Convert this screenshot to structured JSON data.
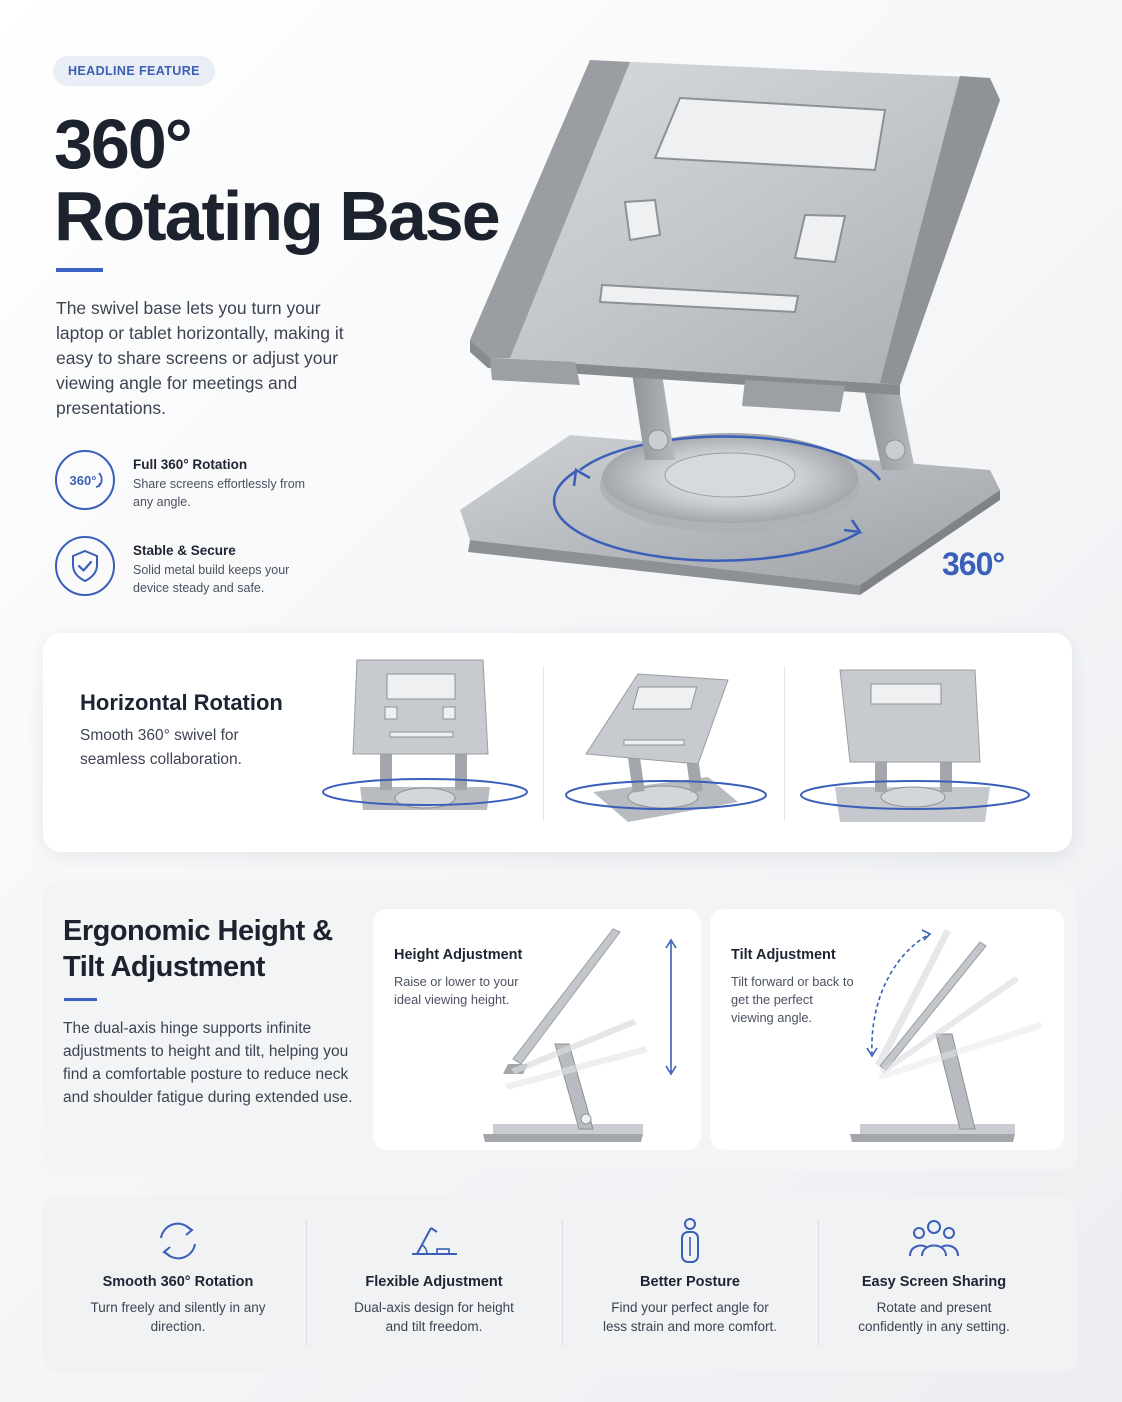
{
  "hero": {
    "badge": "HEADLINE FEATURE",
    "title_line1": "360°",
    "title_line2": "Rotating Base",
    "description": "The swivel base lets you turn your laptop or tablet horizontally, making it easy to share screens or adjust your viewing angle for meetings and presentations.",
    "degree_label": "360°",
    "features": [
      {
        "icon": "rotate-360-icon",
        "icon_text": "360°",
        "title": "Full 360° Rotation",
        "description": "Share screens effortlessly from any angle."
      },
      {
        "icon": "shield-check-icon",
        "title": "Stable & Secure",
        "description": "Solid metal build keeps your device steady and safe."
      }
    ]
  },
  "rotation": {
    "title": "Horizontal Rotation",
    "description": "Smooth 360° swivel for seamless collaboration."
  },
  "ergonomic": {
    "title_line1": "Ergonomic Height &",
    "title_line2": "Tilt Adjustment",
    "description": "The dual-axis hinge supports infinite adjustments to height and tilt, helping you find a comfortable posture to reduce neck and shoulder fatigue during extended use.",
    "height": {
      "title": "Height Adjustment",
      "description": "Raise or lower to your ideal viewing height."
    },
    "tilt": {
      "title": "Tilt Adjustment",
      "description": "Tilt forward or back to get the perfect viewing angle."
    }
  },
  "benefits": [
    {
      "icon": "rotate-arrows-icon",
      "title": "Smooth 360° Rotation",
      "description": "Turn freely and silently in any direction."
    },
    {
      "icon": "adjust-angle-icon",
      "title": "Flexible Adjustment",
      "description": "Dual-axis design for height and tilt freedom."
    },
    {
      "icon": "posture-icon",
      "title": "Better Posture",
      "description": "Find your perfect angle for less strain and more comfort."
    },
    {
      "icon": "users-icon",
      "title": "Easy Screen Sharing",
      "description": "Rotate and present confidently in any setting."
    }
  ],
  "colors": {
    "accent": "#3a5fb8",
    "text": "#1d2433",
    "muted": "#3c4352"
  }
}
